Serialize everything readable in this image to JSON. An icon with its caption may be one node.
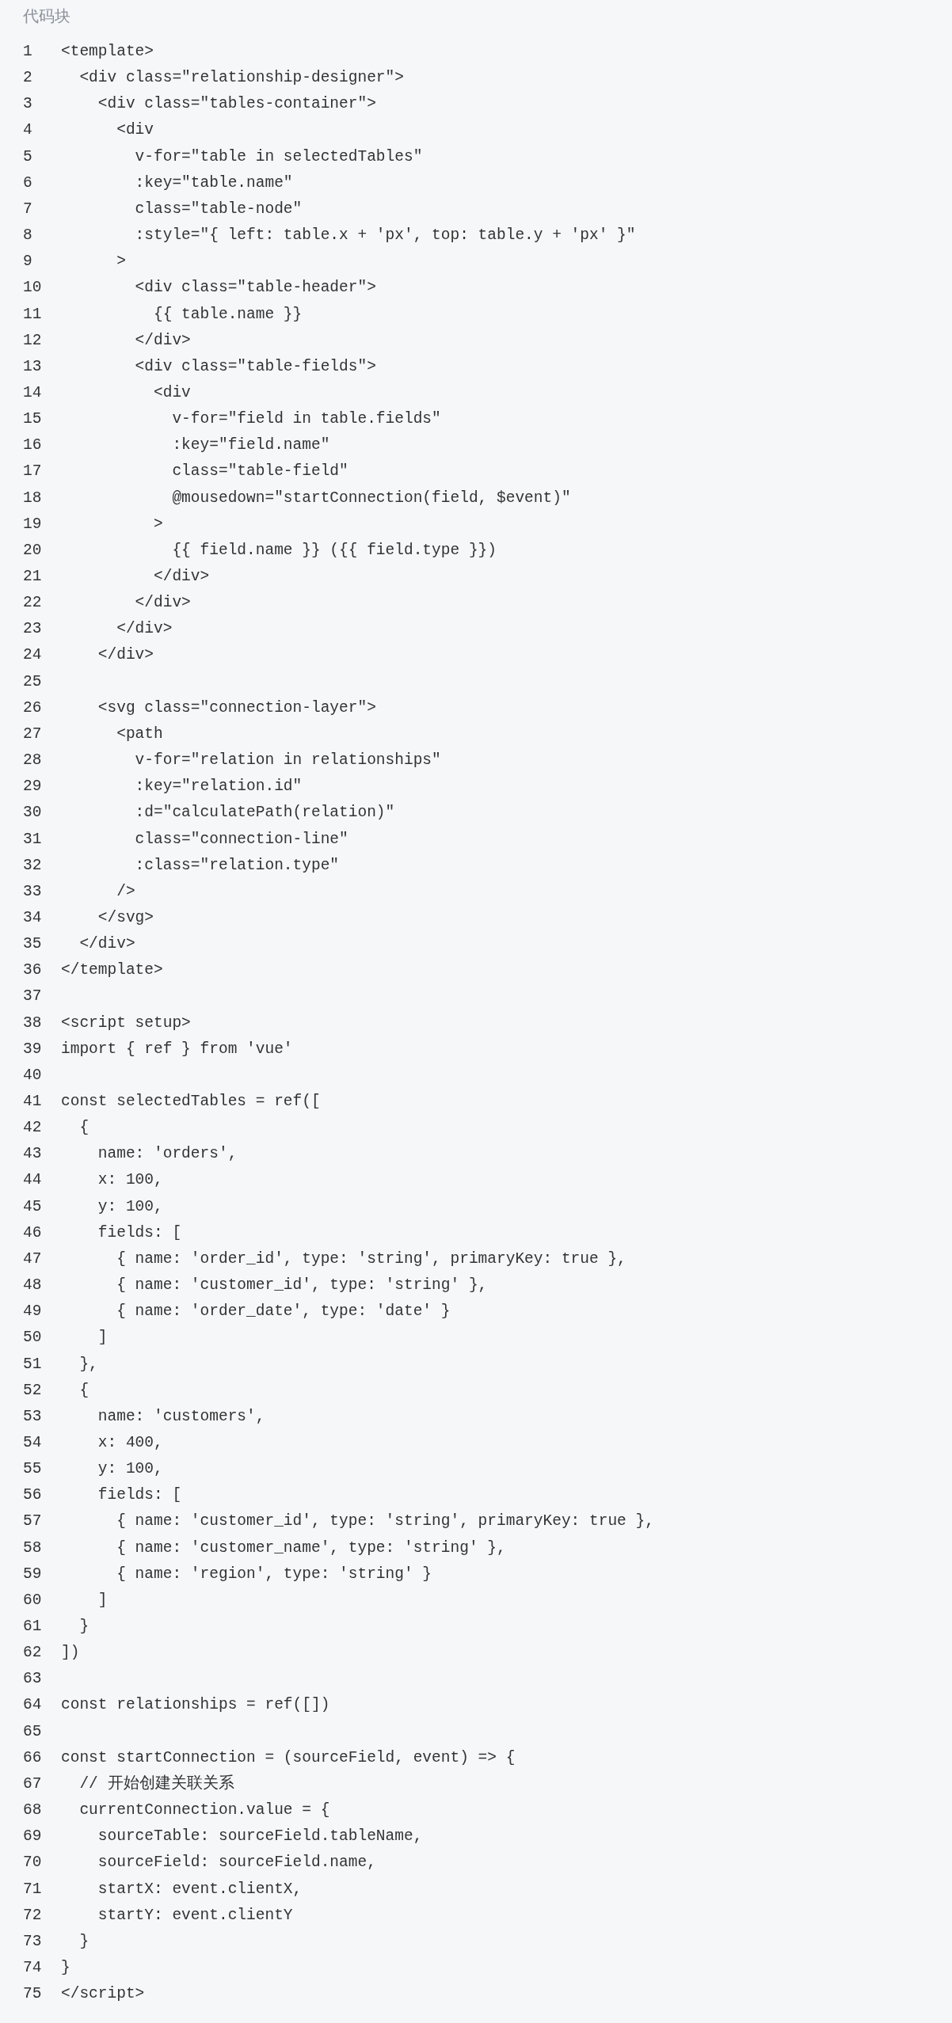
{
  "diagram": {
    "title": "代码块",
    "labels": [
      "1",
      "<template>",
      "2",
      "  <div class=\"relationship-designer\">",
      "3",
      "    <div class=\"tables-container\">",
      "4",
      "      <div",
      "5",
      "        v-for=\"table in selectedTables\"",
      "6",
      "        :key=\"table.name\"",
      "7",
      "        class=\"table-node\"",
      "8",
      "        :style=\"{ left: table.x + 'px', top: table.y + 'px' }\"",
      "9",
      "      >",
      "10",
      "        <div class=\"table-header\">",
      "11",
      "          {{ table.name }}",
      "12",
      "        </div>",
      "13",
      "        <div class=\"table-fields\">",
      "14",
      "          <div",
      "15",
      "            v-for=\"field in table.fields\"",
      "16",
      "            :key=\"field.name\"",
      "17",
      "            class=\"table-field\"",
      "18",
      "            @mousedown=\"startConnection(field, $event)\"",
      "19",
      "          >",
      "20",
      "            {{ field.name }} ({{ field.type }})",
      "21",
      "          </div>",
      "22",
      "        </div>",
      "23",
      "      </div>",
      "24",
      "    </div>",
      "25",
      "26",
      "    <svg class=\"connection-layer\">",
      "27",
      "      <path",
      "28",
      "        v-for=\"relation in relationships\"",
      "29",
      "        :key=\"relation.id\"",
      "30",
      "        :d=\"calculatePath(relation)\"",
      "31",
      "        class=\"connection-line\"",
      "32",
      "        :class=\"relation.type\"",
      "33",
      "      />",
      "34",
      "    </svg>",
      "35",
      "  </div>",
      "36",
      "</template>",
      "37",
      "38",
      "<script setup>",
      "39",
      "import { ref } from 'vue'",
      "40",
      "41",
      "const selectedTables = ref([",
      "42",
      "  {",
      "43",
      "    name: 'orders',",
      "44",
      "    x: 100,",
      "45",
      "    y: 100,",
      "46",
      "    fields: [",
      "47",
      "      { name: 'order_id', type: 'string', primaryKey: true },",
      "48",
      "      { name: 'customer_id', type: 'string' },",
      "49",
      "      { name: 'order_date', type: 'date' }",
      "50",
      "    ]",
      "51",
      "  },",
      "52",
      "  {",
      "53",
      "    name: 'customers',",
      "54",
      "    x: 400,",
      "55",
      "    y: 100,",
      "56",
      "    fields: [",
      "57",
      "      { name: 'customer_id', type: 'string', primaryKey: true },",
      "58",
      "      { name: 'customer_name', type: 'string' },",
      "59",
      "      { name: 'region', type: 'string' }",
      "60",
      "    ]",
      "61",
      "  }",
      "62",
      "])",
      "63",
      "64",
      "const relationships = ref([])",
      "65",
      "66",
      "const startConnection = (sourceField, event) => {",
      "67",
      "  // 开始创建关联关系",
      "68",
      "  currentConnection.value = {",
      "69",
      "    sourceTable: sourceField.tableName,",
      "70",
      "    sourceField: sourceField.name,",
      "71",
      "    startX: event.clientX,",
      "72",
      "    startY: event.clientY",
      "73",
      "  }",
      "74",
      "}",
      "75",
      "</script>"
    ]
  }
}
